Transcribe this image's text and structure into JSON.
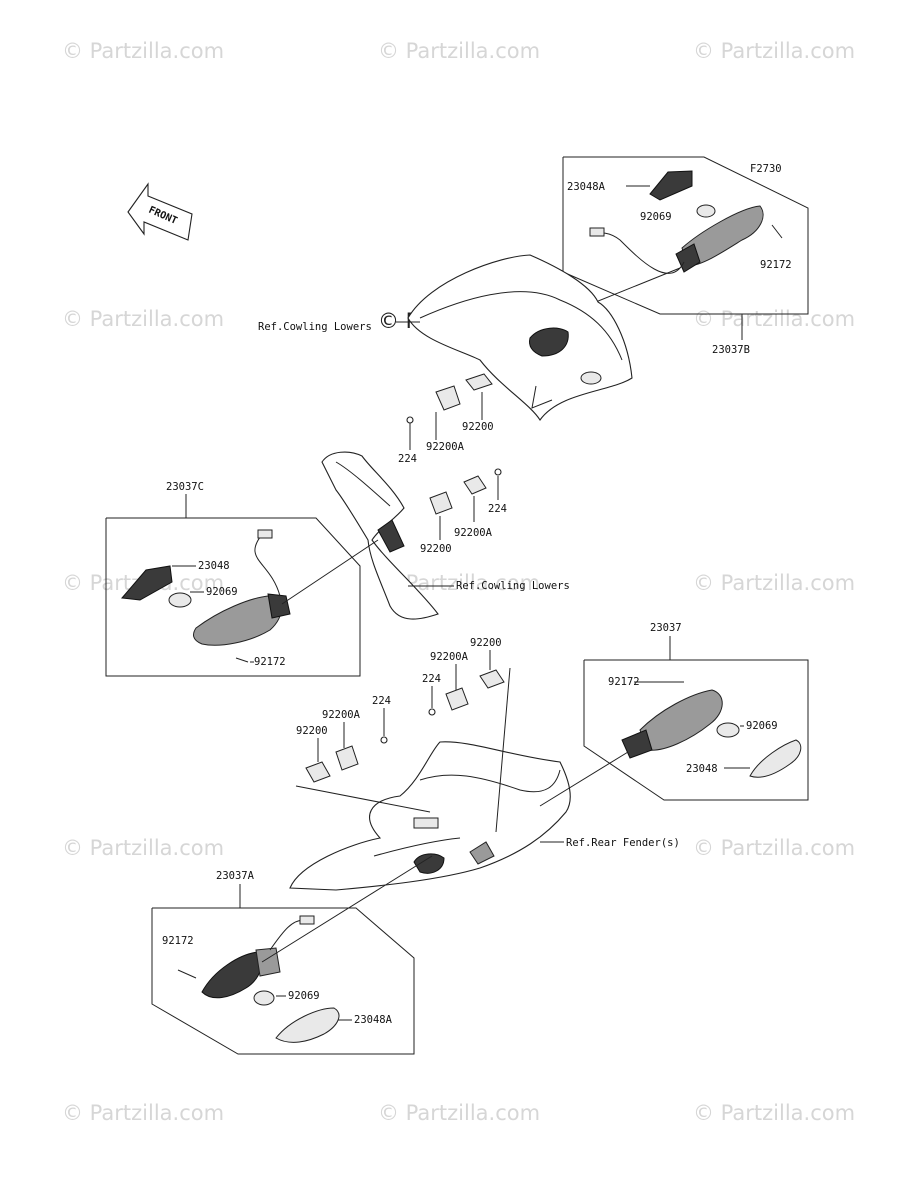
{
  "watermark": "© Partzilla.com",
  "figure_code": "F2730",
  "front_arrow": "FRONT",
  "refs": {
    "cowling_lowers_top": "Ref.Cowling Lowers",
    "cowling_lowers_mid": "Ref.Cowling Lowers",
    "rear_fender": "Ref.Rear Fender(s)"
  },
  "group_labels": {
    "g_23037B": "23037B",
    "g_23037C": "23037C",
    "g_23037": "23037",
    "g_23037A": "23037A"
  },
  "parts": {
    "p_23048A_top": "23048A",
    "p_92069_top": "92069",
    "p_92172_top": "92172",
    "p_92200_a": "92200",
    "p_92200A_a": "92200A",
    "p_224_a": "224",
    "p_224_b": "224",
    "p_92200A_b": "92200A",
    "p_92200_b": "92200",
    "p_23048_c": "23048",
    "p_92069_c": "92069",
    "p_92172_c": "92172",
    "p_92200_c": "92200",
    "p_92200A_c": "92200A",
    "p_224_c": "224",
    "p_224_d": "224",
    "p_92200A_d": "92200A",
    "p_92200_d": "92200",
    "p_92172_r": "92172",
    "p_92069_r": "92069",
    "p_23048_r": "23048",
    "p_92172_l": "92172",
    "p_92069_l": "92069",
    "p_23048A_l": "23048A"
  }
}
